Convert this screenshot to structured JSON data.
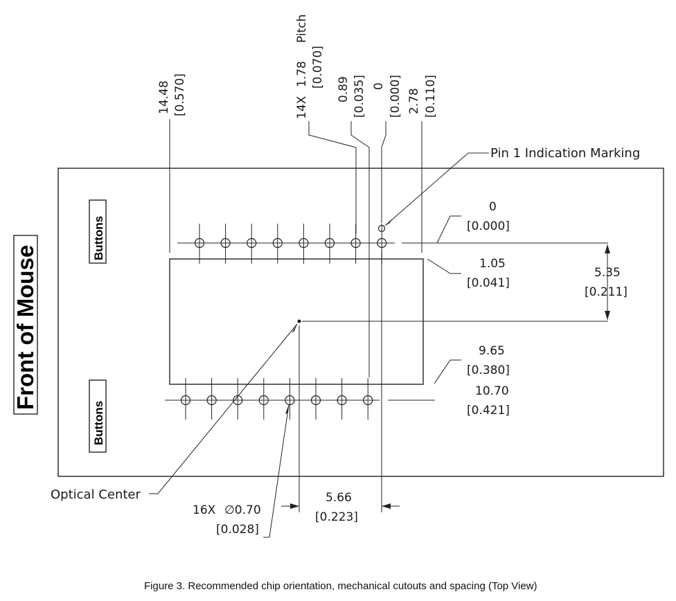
{
  "diagram": {
    "front_label": "Front of Mouse",
    "buttons_top": "Buttons",
    "buttons_bottom": "Buttons",
    "pin1_label": "Pin 1 Indication Marking",
    "optical_center_label": "Optical Center",
    "caption": "Figure 3. Recommended chip orientation, mechanical cutouts and spacing (Top View)",
    "top_dims": {
      "d14_48": "14.48",
      "d14_48_in": "[0.570]",
      "pitch_count": "14X",
      "pitch_mm": "1.78",
      "pitch_word": "Pitch",
      "pitch_in": "[0.070]",
      "d0_89": "0.89",
      "d0_89_in": "[0.035]",
      "d0": "0",
      "d0_in": "[0.000]",
      "d2_78": "2.78",
      "d2_78_in": "[0.110]"
    },
    "right_dims": {
      "r0": "0",
      "r0_in": "[0.000]",
      "r1_05": "1.05",
      "r1_05_in": "[0.041]",
      "r5_35": "5.35",
      "r5_35_in": "[0.211]",
      "r9_65": "9.65",
      "r9_65_in": "[0.380]",
      "r10_70": "10.70",
      "r10_70_in": "[0.421]"
    },
    "bottom_dims": {
      "hole_count": "16X",
      "hole_dia": "∅0.70",
      "hole_in": "[0.028]",
      "d5_66": "5.66",
      "d5_66_in": "[0.223]"
    }
  }
}
